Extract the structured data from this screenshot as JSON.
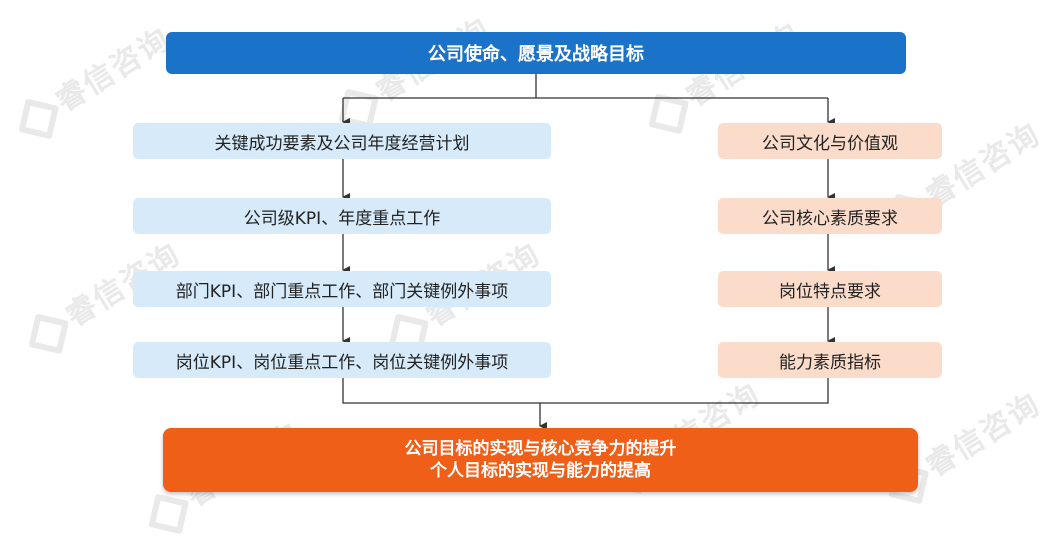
{
  "watermark": "睿信咨询",
  "top": {
    "label": "公司使命、愿景及战略目标"
  },
  "left_chain": [
    {
      "label": "关键成功要素及公司年度经营计划"
    },
    {
      "label": "公司级KPI、年度重点工作"
    },
    {
      "label": "部门KPI、部门重点工作、部门关键例外事项"
    },
    {
      "label": "岗位KPI、岗位重点工作、岗位关键例外事项"
    }
  ],
  "right_chain": [
    {
      "label": "公司文化与价值观"
    },
    {
      "label": "公司核心素质要求"
    },
    {
      "label": "岗位特点要求"
    },
    {
      "label": "能力素质指标"
    }
  ],
  "bottom": {
    "line1": "公司目标的实现与核心竞争力的提升",
    "line2": "个人目标的实现与能力的提高"
  },
  "colors": {
    "top_fill": "#1a73c9",
    "left_fill": "#d6eaf9",
    "right_fill": "#fbdccb",
    "bottom_fill": "#ef5f17",
    "connector": "#333333"
  }
}
